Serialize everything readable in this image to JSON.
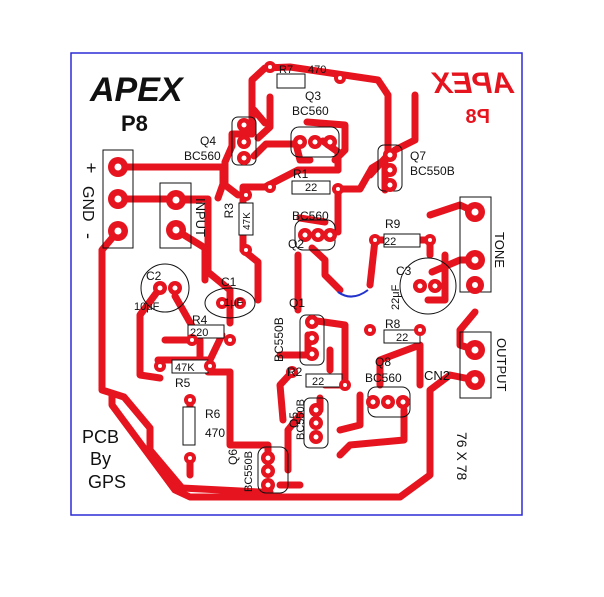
{
  "colors": {
    "copper": "#e5141e",
    "board_border": "#2b2bd6",
    "silkscreen": "#111111",
    "jumper": "#2233cc"
  },
  "brand": {
    "title": "APEX",
    "model": "P8",
    "mirrored_title": "APEX",
    "mirrored_model": "P8"
  },
  "credit": {
    "line1": "PCB",
    "line2": "By",
    "line3": "GPS"
  },
  "size_note": "76 X 78",
  "connectors": {
    "power_plus": "+",
    "power_gnd": "GND",
    "power_minus": "-",
    "input": "INPUT",
    "tone": "TONE",
    "output": "OUTPUT",
    "cn2": "CN2"
  },
  "components": {
    "r7": {
      "ref": "R7",
      "value": "470"
    },
    "q3": {
      "ref": "Q3",
      "value": "BC560"
    },
    "q4": {
      "ref": "Q4",
      "value": "BC560"
    },
    "q7": {
      "ref": "Q7",
      "value": "BC550B"
    },
    "r1": {
      "ref": "R1",
      "value": "22"
    },
    "r3": {
      "ref": "R3",
      "value": "47K"
    },
    "q2": {
      "ref": "Q2",
      "value": "BC560"
    },
    "r9": {
      "ref": "R9",
      "value": "22"
    },
    "c2": {
      "ref": "C2",
      "value": "10μF"
    },
    "c1": {
      "ref": "C1",
      "value": "1μF"
    },
    "c3": {
      "ref": "C3",
      "value": "22μF"
    },
    "q1": {
      "ref": "Q1",
      "value": "BC550B"
    },
    "r4": {
      "ref": "R4",
      "value": "220"
    },
    "r8": {
      "ref": "R8",
      "value": "22"
    },
    "r_47k": {
      "value": "47K"
    },
    "r5": {
      "ref": "R5"
    },
    "r2": {
      "ref": "R2",
      "value": "22"
    },
    "q8": {
      "ref": "Q8",
      "value": "BC560"
    },
    "r6": {
      "ref": "R6",
      "value": "470"
    },
    "q5": {
      "ref": "Q5",
      "value": "BC550B"
    },
    "q6": {
      "ref": "Q6",
      "value": "BC550B"
    }
  }
}
